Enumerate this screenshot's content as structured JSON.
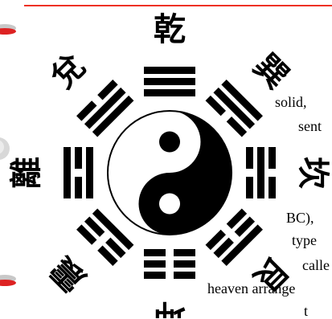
{
  "colors": {
    "rule": "#ee3124",
    "ink": "#000000",
    "paper": "#ffffff",
    "button_red": "#dd2222",
    "button_grey": "#c8c8c8"
  },
  "trigrams": [
    {
      "name": "乾",
      "lines": [
        1,
        1,
        1
      ]
    },
    {
      "name": "巽",
      "lines": [
        1,
        1,
        0
      ]
    },
    {
      "name": "坎",
      "lines": [
        0,
        1,
        0
      ]
    },
    {
      "name": "艮",
      "lines": [
        1,
        0,
        0
      ]
    },
    {
      "name": "坤",
      "lines": [
        0,
        0,
        0
      ]
    },
    {
      "name": "震",
      "lines": [
        0,
        0,
        1
      ]
    },
    {
      "name": "離",
      "lines": [
        1,
        0,
        1
      ]
    },
    {
      "name": "兌",
      "lines": [
        0,
        1,
        1
      ]
    }
  ],
  "text_fragments": [
    {
      "id": "frag-solid",
      "text": "solid,"
    },
    {
      "id": "frag-sent",
      "text": "sent"
    },
    {
      "id": "frag-bc",
      "text": "BC),"
    },
    {
      "id": "frag-type",
      "text": "type"
    },
    {
      "id": "frag-call",
      "text": "calle"
    },
    {
      "id": "frag-heaven",
      "text": "heaven arrange"
    },
    {
      "id": "frag-t",
      "text": "t"
    }
  ],
  "side_buttons": [
    {
      "id": "btn-top"
    },
    {
      "id": "btn-mid"
    },
    {
      "id": "btn-bottom"
    }
  ]
}
